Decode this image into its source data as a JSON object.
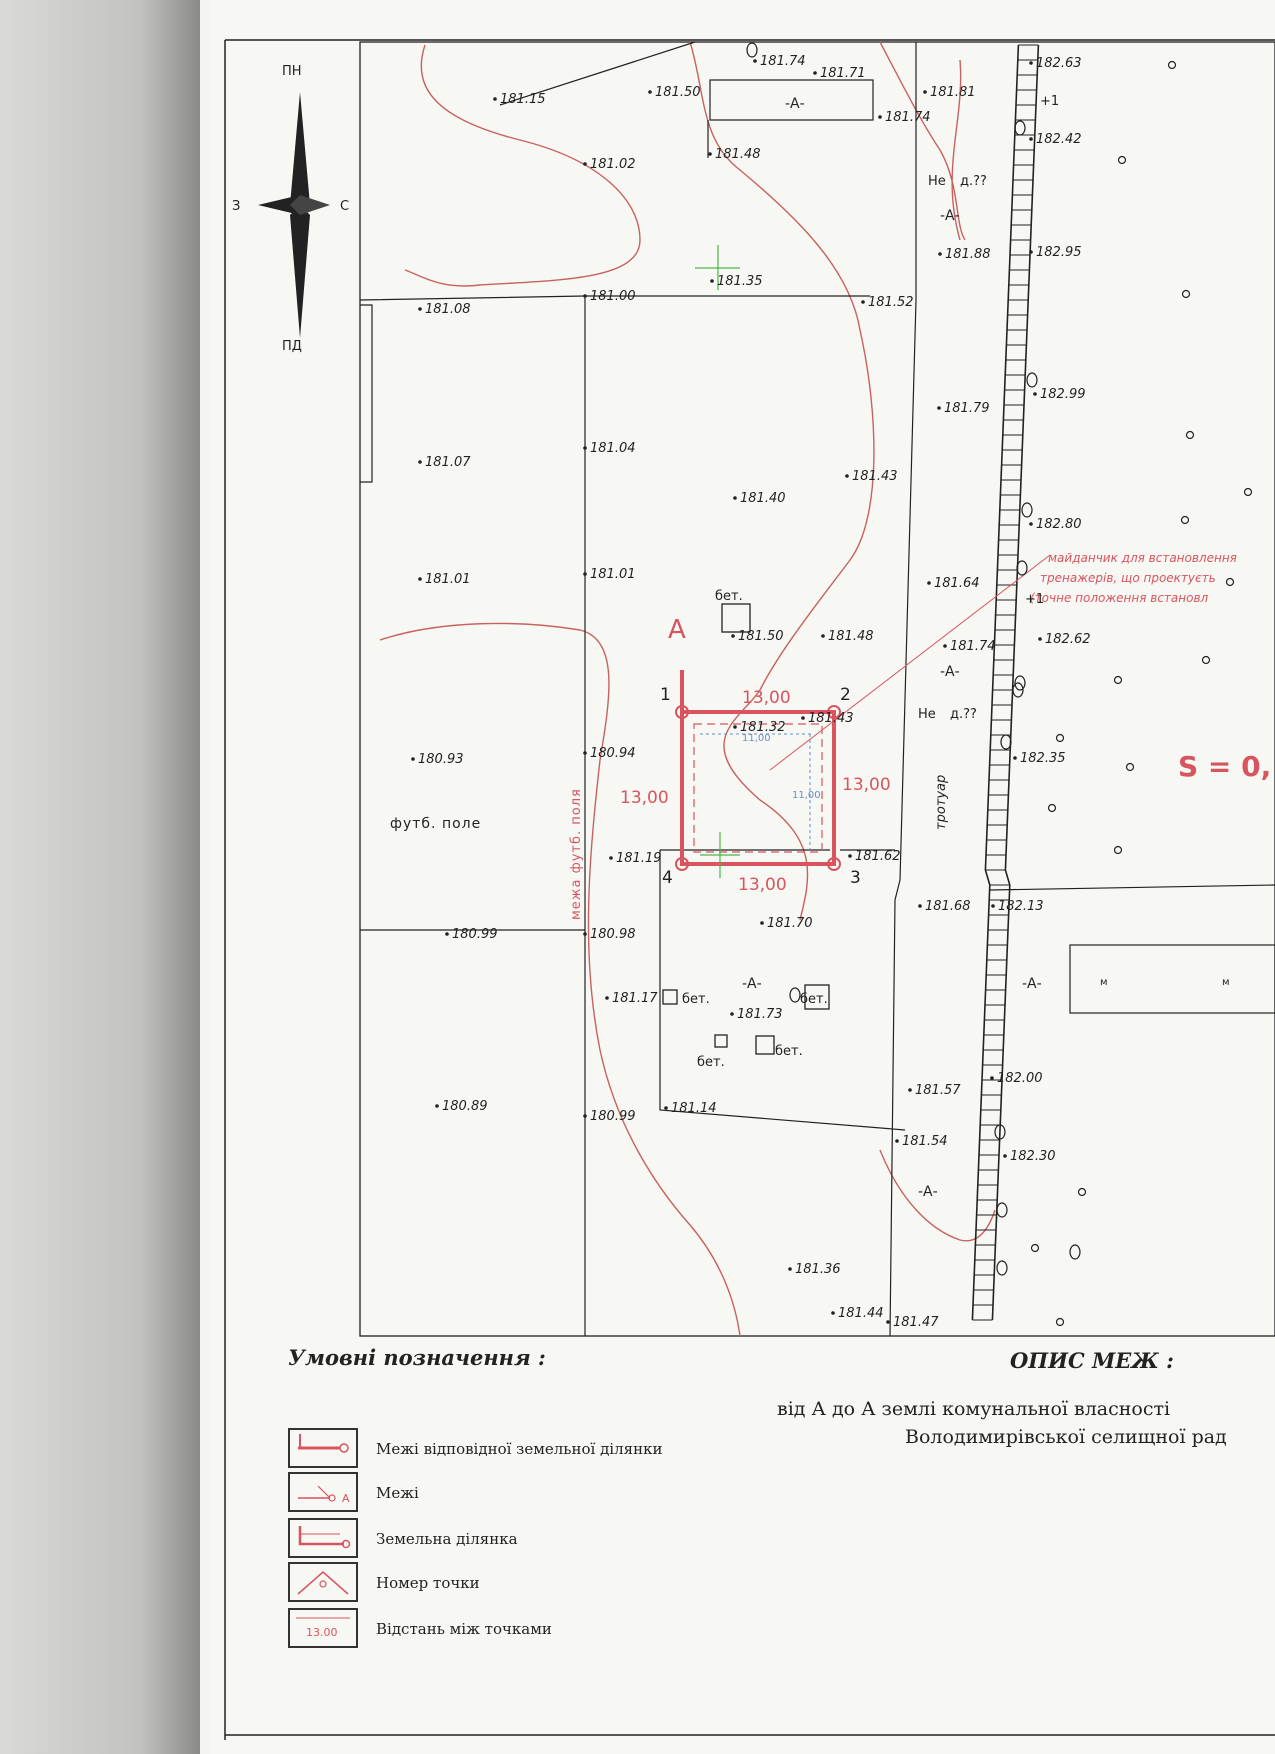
{
  "compass": {
    "north": "ПН",
    "south": "ПД",
    "west": "З",
    "east": "С"
  },
  "sheet": {
    "area_label": "S = 0,"
  },
  "parcel": {
    "start_letter": "А",
    "points": [
      "1",
      "2",
      "3",
      "4"
    ],
    "sides": {
      "top": "13,00",
      "right": "13,00",
      "bottom": "13,00",
      "left": "13,00"
    },
    "inner_dims": {
      "top": "11,00",
      "right": "11,00"
    }
  },
  "map_labels": {
    "field": "футб. поле",
    "field_edge": "межа футб. поля",
    "sidewalk": "тротуар",
    "concrete": "бет.",
    "asphalt": "-А-",
    "not_ne": "Не",
    "dist": "д.??",
    "plus_one": "+1",
    "m_mark": "м",
    "note_lines": [
      "майданчик для встановлення",
      "тренажерів, що проектуєть",
      "(точне положення встановл"
    ]
  },
  "elevations": [
    {
      "id": "e1",
      "v": "181.15"
    },
    {
      "id": "e2",
      "v": "181.50"
    },
    {
      "id": "e3",
      "v": "181.74"
    },
    {
      "id": "e4",
      "v": "181.71"
    },
    {
      "id": "e5",
      "v": "181.81"
    },
    {
      "id": "e6",
      "v": "182.63"
    },
    {
      "id": "e7",
      "v": "181.74"
    },
    {
      "id": "e8",
      "v": "181.48"
    },
    {
      "id": "e9",
      "v": "182.42"
    },
    {
      "id": "e10",
      "v": "181.02"
    },
    {
      "id": "e11",
      "v": "181.88"
    },
    {
      "id": "e12",
      "v": "182.95"
    },
    {
      "id": "e13",
      "v": "181.35"
    },
    {
      "id": "e14",
      "v": "181.08"
    },
    {
      "id": "e15",
      "v": "181.00"
    },
    {
      "id": "e16",
      "v": "181.52"
    },
    {
      "id": "e17",
      "v": "181.79"
    },
    {
      "id": "e18",
      "v": "182.99"
    },
    {
      "id": "e19",
      "v": "181.07"
    },
    {
      "id": "e20",
      "v": "181.04"
    },
    {
      "id": "e21",
      "v": "181.43"
    },
    {
      "id": "e22",
      "v": "181.40"
    },
    {
      "id": "e23",
      "v": "182.80"
    },
    {
      "id": "e24",
      "v": "181.01"
    },
    {
      "id": "e25",
      "v": "181.01"
    },
    {
      "id": "e26",
      "v": "181.64"
    },
    {
      "id": "e27",
      "v": "181.50"
    },
    {
      "id": "e28",
      "v": "181.48"
    },
    {
      "id": "e29",
      "v": "181.74"
    },
    {
      "id": "e30",
      "v": "182.62"
    },
    {
      "id": "e31",
      "v": "181.32"
    },
    {
      "id": "e32",
      "v": "181.43"
    },
    {
      "id": "e33",
      "v": "180.93"
    },
    {
      "id": "e34",
      "v": "180.94"
    },
    {
      "id": "e35",
      "v": "182.35"
    },
    {
      "id": "e36",
      "v": "181.19"
    },
    {
      "id": "e37",
      "v": "181.62"
    },
    {
      "id": "e38",
      "v": "181.68"
    },
    {
      "id": "e39",
      "v": "182.13"
    },
    {
      "id": "e40",
      "v": "180.99"
    },
    {
      "id": "e41",
      "v": "180.98"
    },
    {
      "id": "e42",
      "v": "181.70"
    },
    {
      "id": "e43",
      "v": "181.17"
    },
    {
      "id": "e44",
      "v": "181.73"
    },
    {
      "id": "e45",
      "v": "182.00"
    },
    {
      "id": "e46",
      "v": "181.57"
    },
    {
      "id": "e47",
      "v": "180.89"
    },
    {
      "id": "e48",
      "v": "180.99"
    },
    {
      "id": "e49",
      "v": "181.14"
    },
    {
      "id": "e50",
      "v": "181.54"
    },
    {
      "id": "e51",
      "v": "182.30"
    },
    {
      "id": "e52",
      "v": "181.36"
    },
    {
      "id": "e53",
      "v": "181.44"
    },
    {
      "id": "e54",
      "v": "181.47"
    }
  ],
  "legend": {
    "title": "Умовні позначення :",
    "items": [
      {
        "label": "Межі відповідної земельної ділянки"
      },
      {
        "label": "Межі"
      },
      {
        "label": "Земельна ділянка"
      },
      {
        "label": "Номер точки"
      },
      {
        "label": "Відстань між точками"
      }
    ],
    "sample_dist": "13.00",
    "sample_letter": "А"
  },
  "description": {
    "title": "ОПИС МЕЖ :",
    "line1": "від А до А  землі комунальної власності",
    "line2": "Володимирівської селищної рад"
  }
}
